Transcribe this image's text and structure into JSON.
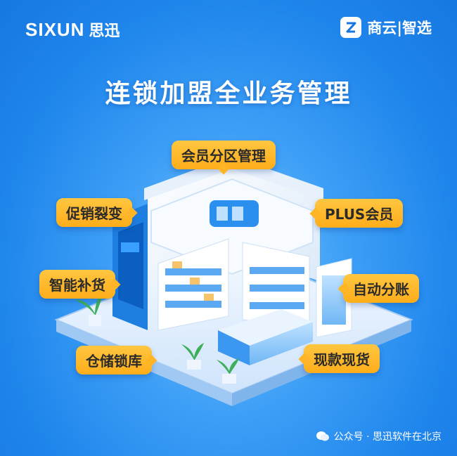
{
  "brand": {
    "left_en": "SIXUN",
    "left_cn": "思迅",
    "right_cn": "商云|智选"
  },
  "headline": "连锁加盟全业务管理",
  "tags": {
    "member_zone": "会员分区管理",
    "promo": "促销裂变",
    "plus": "PLUS会员",
    "replenish": "智能补货",
    "split": "自动分账",
    "warehouse": "仓储锁库",
    "stock": "现款现货"
  },
  "footer": "公众号 · 思迅软件在北京",
  "colors": {
    "background": "#1f86ec",
    "tag": "#ffb526",
    "accent_white": "#ffffff"
  }
}
